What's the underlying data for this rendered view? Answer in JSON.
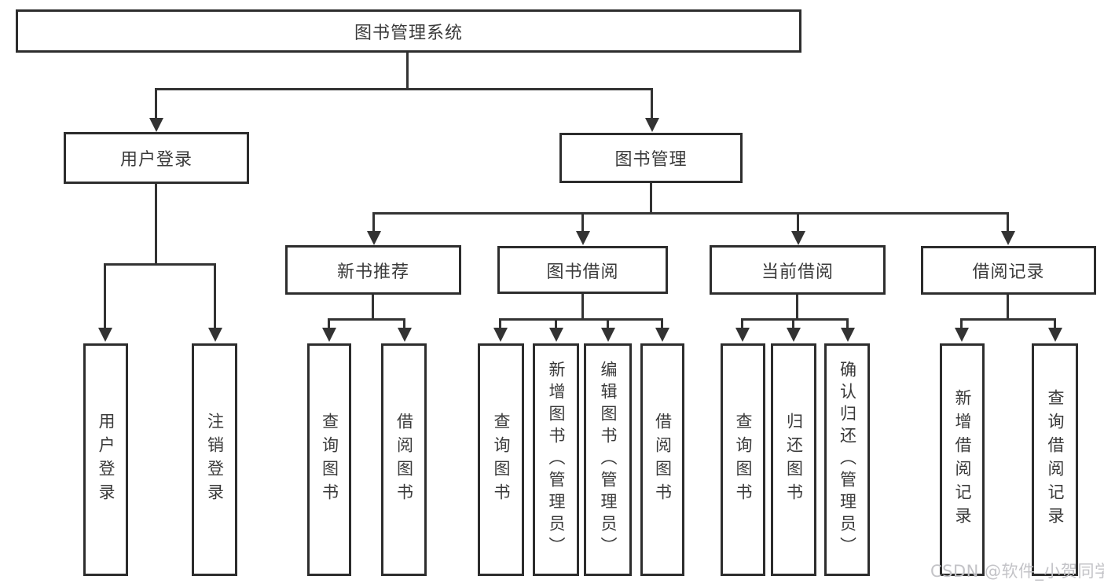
{
  "diagram_title": "图书管理系统",
  "watermark": "CSDN @软件_小贺同学",
  "colors": {
    "line": "#333333",
    "box_border": "#2d2d2d",
    "box_fill": "#ffffff",
    "text": "#3a3a3a",
    "watermark": "#c3c3c7",
    "background": "#ffffff"
  },
  "nodes": {
    "root": {
      "label": "图书管理系统"
    },
    "user_login": {
      "label": "用户登录"
    },
    "book_mgmt": {
      "label": "图书管理"
    },
    "new_books": {
      "label": "新书推荐"
    },
    "book_borrow": {
      "label": "图书借阅"
    },
    "current_borrow": {
      "label": "当前借阅"
    },
    "borrow_records": {
      "label": "借阅记录"
    },
    "leaf_user_login": {
      "label": "用户登录"
    },
    "leaf_logout": {
      "label": "注销登录"
    },
    "leaf_nb_query": {
      "label": "查询图书"
    },
    "leaf_nb_borrow": {
      "label": "借阅图书"
    },
    "leaf_bb_query": {
      "label": "查询图书"
    },
    "leaf_bb_add": {
      "label": "新增图书（管理员）"
    },
    "leaf_bb_edit": {
      "label": "编辑图书（管理员）"
    },
    "leaf_bb_borrow": {
      "label": "借阅图书"
    },
    "leaf_cb_query": {
      "label": "查询图书"
    },
    "leaf_cb_return": {
      "label": "归还图书"
    },
    "leaf_cb_confirm": {
      "label": "确认归还（管理员）"
    },
    "leaf_br_add": {
      "label": "新增借阅记录"
    },
    "leaf_br_query": {
      "label": "查询借阅记录"
    }
  },
  "hierarchy": {
    "图书管理系统": [
      "用户登录",
      "图书管理"
    ],
    "用户登录": [
      "用户登录",
      "注销登录"
    ],
    "图书管理": [
      "新书推荐",
      "图书借阅",
      "当前借阅",
      "借阅记录"
    ],
    "新书推荐": [
      "查询图书",
      "借阅图书"
    ],
    "图书借阅": [
      "查询图书",
      "新增图书（管理员）",
      "编辑图书（管理员）",
      "借阅图书"
    ],
    "当前借阅": [
      "查询图书",
      "归还图书",
      "确认归还（管理员）"
    ],
    "借阅记录": [
      "新增借阅记录",
      "查询借阅记录"
    ]
  }
}
